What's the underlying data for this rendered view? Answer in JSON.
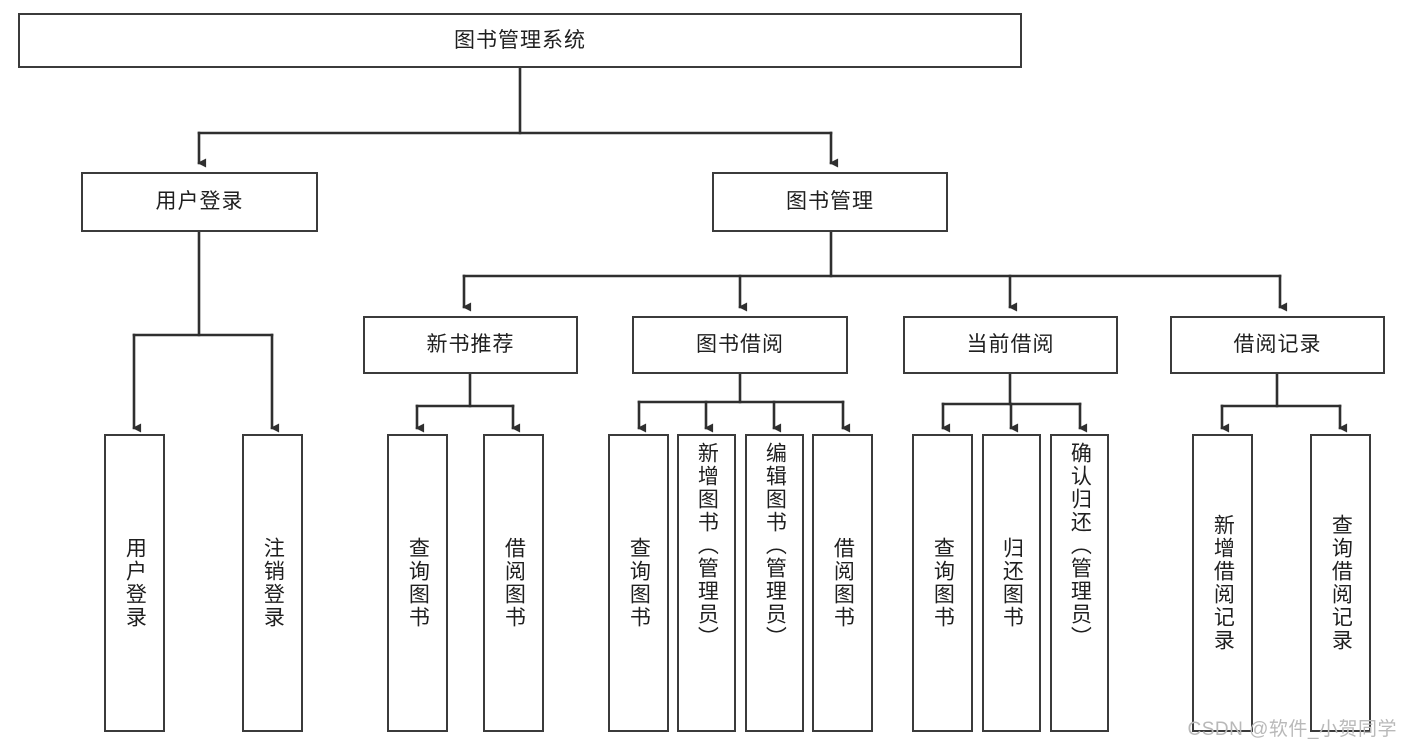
{
  "diagram": {
    "type": "tree",
    "title": "图书管理系统",
    "root": {
      "id": "root",
      "label": "图书管理系统"
    },
    "level2": [
      {
        "id": "user-login",
        "label": "用户登录"
      },
      {
        "id": "book-manage",
        "label": "图书管理"
      }
    ],
    "level3": [
      {
        "id": "new-book-recommend",
        "label": "新书推荐",
        "parent": "book-manage"
      },
      {
        "id": "book-borrow",
        "label": "图书借阅",
        "parent": "book-manage"
      },
      {
        "id": "current-borrow",
        "label": "当前借阅",
        "parent": "book-manage"
      },
      {
        "id": "borrow-record",
        "label": "借阅记录",
        "parent": "book-manage"
      }
    ],
    "leaves": [
      {
        "id": "leaf-user-login",
        "label": "用户登录",
        "parent": "user-login"
      },
      {
        "id": "leaf-user-logout",
        "label": "注销登录",
        "parent": "user-login"
      },
      {
        "id": "leaf-query-book-1",
        "label": "查询图书",
        "parent": "new-book-recommend"
      },
      {
        "id": "leaf-borrow-book-1",
        "label": "借阅图书",
        "parent": "new-book-recommend"
      },
      {
        "id": "leaf-query-book-2",
        "label": "查询图书",
        "parent": "book-borrow"
      },
      {
        "id": "leaf-add-book",
        "label": "新增图书（管理员）",
        "parent": "book-borrow"
      },
      {
        "id": "leaf-edit-book",
        "label": "编辑图书（管理员）",
        "parent": "book-borrow"
      },
      {
        "id": "leaf-borrow-book-2",
        "label": "借阅图书",
        "parent": "book-borrow"
      },
      {
        "id": "leaf-query-book-3",
        "label": "查询图书",
        "parent": "current-borrow"
      },
      {
        "id": "leaf-return-book",
        "label": "归还图书",
        "parent": "current-borrow"
      },
      {
        "id": "leaf-confirm-return",
        "label": "确认归还（管理员）",
        "parent": "current-borrow"
      },
      {
        "id": "leaf-add-record",
        "label": "新增借阅记录",
        "parent": "borrow-record"
      },
      {
        "id": "leaf-query-record",
        "label": "查询借阅记录",
        "parent": "borrow-record"
      }
    ],
    "colors": {
      "stroke": "#3b3b3b",
      "text": "#1f1f1f",
      "background": "#ffffff",
      "watermark": "#b9b9b9"
    }
  },
  "watermark": {
    "text": "CSDN @软件_小贺同学"
  }
}
